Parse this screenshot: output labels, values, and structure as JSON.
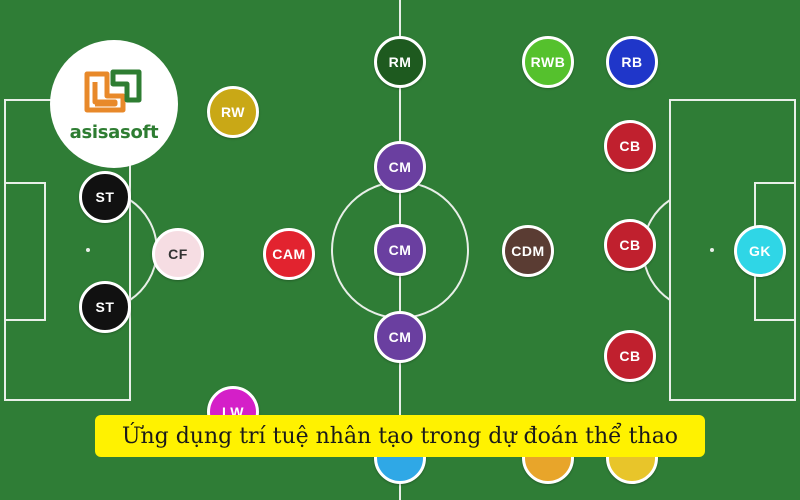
{
  "colors": {
    "pitch": "#2f7d36",
    "lines": "#e8efe8",
    "caption_bg": "#fff200",
    "logo_green": "#2e7d32",
    "logo_orange": "#e8892a"
  },
  "logo": {
    "name": "asisasoft"
  },
  "caption": {
    "text": "Ứng dụng trí tuệ nhân tạo trong dự đoán thể thao"
  },
  "players": [
    {
      "label": "RM",
      "color": "#1e5a1f",
      "text": "#ffffff"
    },
    {
      "label": "RWB",
      "color": "#55c12d",
      "text": "#ffffff"
    },
    {
      "label": "RB",
      "color": "#1f36c9",
      "text": "#ffffff"
    },
    {
      "label": "RW",
      "color": "#c9a816",
      "text": "#ffffff"
    },
    {
      "label": "CB",
      "color": "#c0202e",
      "text": "#ffffff"
    },
    {
      "label": "CM",
      "color": "#6a3fa0",
      "text": "#ffffff"
    },
    {
      "label": "ST",
      "color": "#111111",
      "text": "#ffffff"
    },
    {
      "label": "CF",
      "color": "#f6dde3",
      "text": "#333333"
    },
    {
      "label": "CAM",
      "color": "#e2232f",
      "text": "#ffffff"
    },
    {
      "label": "CM",
      "color": "#6a3fa0",
      "text": "#ffffff"
    },
    {
      "label": "CDM",
      "color": "#5a3c33",
      "text": "#ffffff"
    },
    {
      "label": "CB",
      "color": "#c0202e",
      "text": "#ffffff"
    },
    {
      "label": "GK",
      "color": "#2fd6e6",
      "text": "#ffffff"
    },
    {
      "label": "ST",
      "color": "#111111",
      "text": "#ffffff"
    },
    {
      "label": "CM",
      "color": "#6a3fa0",
      "text": "#ffffff"
    },
    {
      "label": "CB",
      "color": "#c0202e",
      "text": "#ffffff"
    },
    {
      "label": "LW",
      "color": "#d41fc8",
      "text": "#ffffff"
    }
  ]
}
